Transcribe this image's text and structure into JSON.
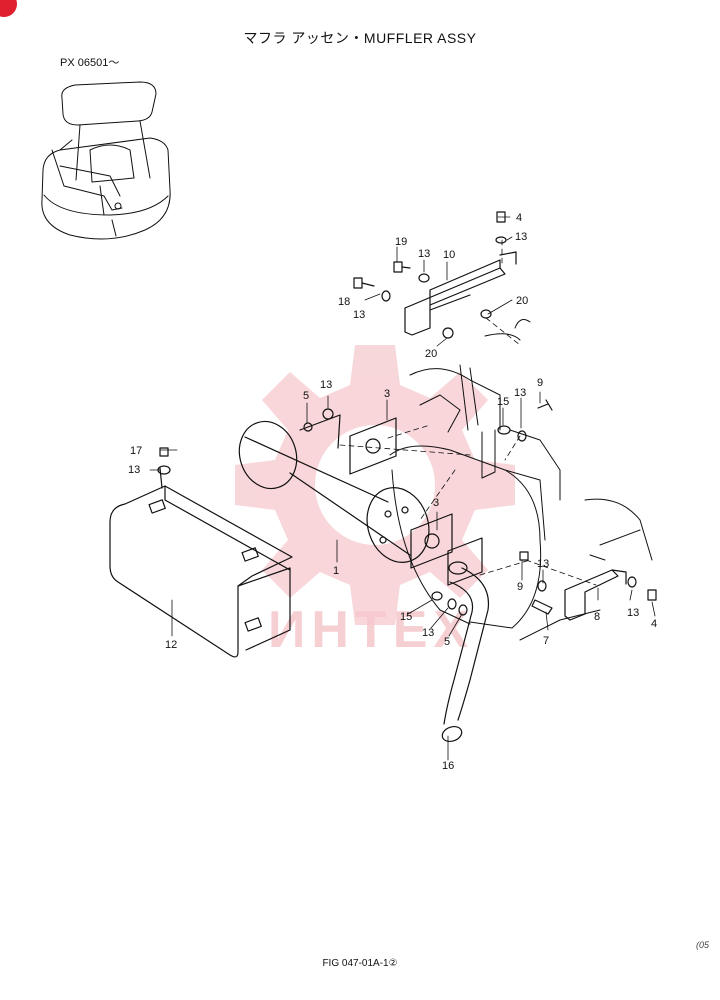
{
  "header": {
    "title": "マフラ アッセン・MUFFLER ASSY",
    "serial": "PX 06501～"
  },
  "footer": {
    "fig_ref": "FIG 047-01A-1②",
    "corner_mark": "(05"
  },
  "watermark": {
    "text": "ИНТЕХ",
    "color": "#f4c4c8"
  },
  "colors": {
    "badge": "#e0202e",
    "line": "#111111"
  },
  "callouts": {
    "c1": "1",
    "c3a": "3",
    "c3b": "3",
    "c4a": "4",
    "c4b": "4",
    "c5a": "5",
    "c5b": "5",
    "c7": "7",
    "c8": "8",
    "c9a": "9",
    "c9b": "9",
    "c10": "10",
    "c12": "12",
    "c13a": "13",
    "c13b": "13",
    "c13c": "13",
    "c13d": "13",
    "c13e": "13",
    "c13f": "13",
    "c13g": "13",
    "c13h": "13",
    "c13i": "13",
    "c15a": "15",
    "c15b": "15",
    "c16": "16",
    "c17": "17",
    "c18": "18",
    "c19": "19",
    "c20a": "20",
    "c20b": "20"
  }
}
